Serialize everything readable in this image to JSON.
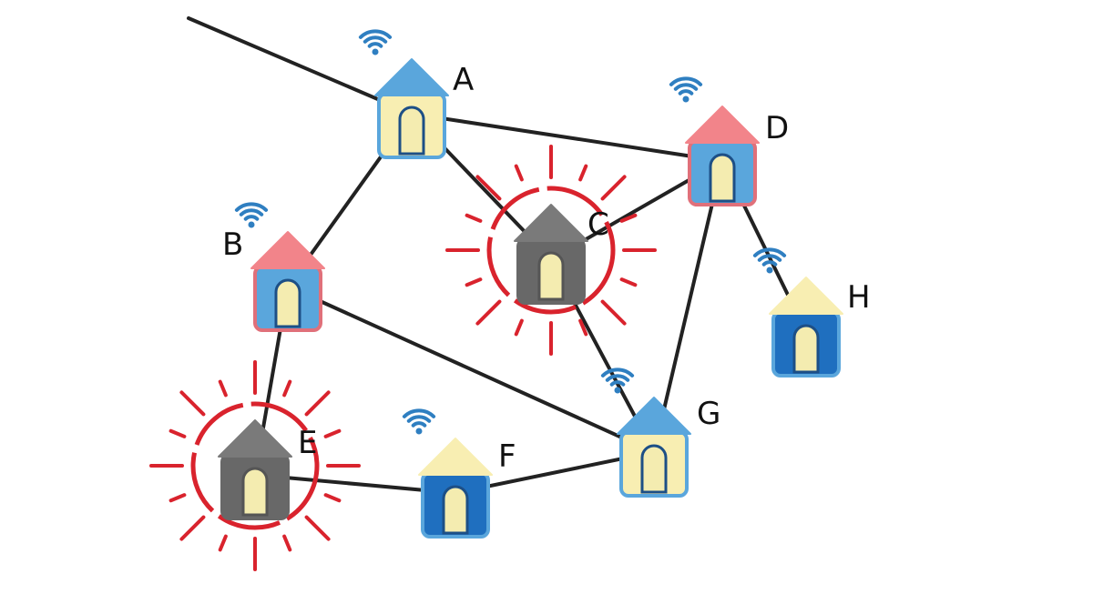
{
  "colors": {
    "line": "#222222",
    "outage": "#d9232d",
    "wifi": "#2f7fc1",
    "gray_roof": "#7a7a7a",
    "gray_body": "#686868",
    "door": "#f4ecb0"
  },
  "nodes": [
    {
      "id": "A",
      "label": "A",
      "status": "online",
      "roof": "#5aa6dc",
      "body": "#f8eeb2",
      "border": "#5aa6dc"
    },
    {
      "id": "B",
      "label": "B",
      "status": "online",
      "roof": "#f2848a",
      "body": "#5aa6dc",
      "border": "#e0707a"
    },
    {
      "id": "C",
      "label": "C",
      "status": "outage",
      "roof": "#7a7a7a",
      "body": "#686868",
      "border": "#686868"
    },
    {
      "id": "D",
      "label": "D",
      "status": "online",
      "roof": "#f2848a",
      "body": "#5aa6dc",
      "border": "#e0707a"
    },
    {
      "id": "E",
      "label": "E",
      "status": "outage",
      "roof": "#7a7a7a",
      "body": "#686868",
      "border": "#686868"
    },
    {
      "id": "F",
      "label": "F",
      "status": "online",
      "roof": "#f8eeb2",
      "body": "#1f6fbf",
      "border": "#5aa6dc"
    },
    {
      "id": "G",
      "label": "G",
      "status": "online",
      "roof": "#5aa6dc",
      "body": "#f8eeb2",
      "border": "#5aa6dc"
    },
    {
      "id": "H",
      "label": "H",
      "status": "online",
      "roof": "#f8eeb2",
      "body": "#1f6fbf",
      "border": "#5aa6dc"
    }
  ],
  "edges": [
    [
      "source",
      "A"
    ],
    [
      "A",
      "B"
    ],
    [
      "A",
      "C"
    ],
    [
      "A",
      "D"
    ],
    [
      "D",
      "C"
    ],
    [
      "D",
      "H"
    ],
    [
      "D",
      "G"
    ],
    [
      "C",
      "G"
    ],
    [
      "B",
      "G"
    ],
    [
      "B",
      "E"
    ],
    [
      "E",
      "F"
    ],
    [
      "F",
      "G"
    ]
  ]
}
